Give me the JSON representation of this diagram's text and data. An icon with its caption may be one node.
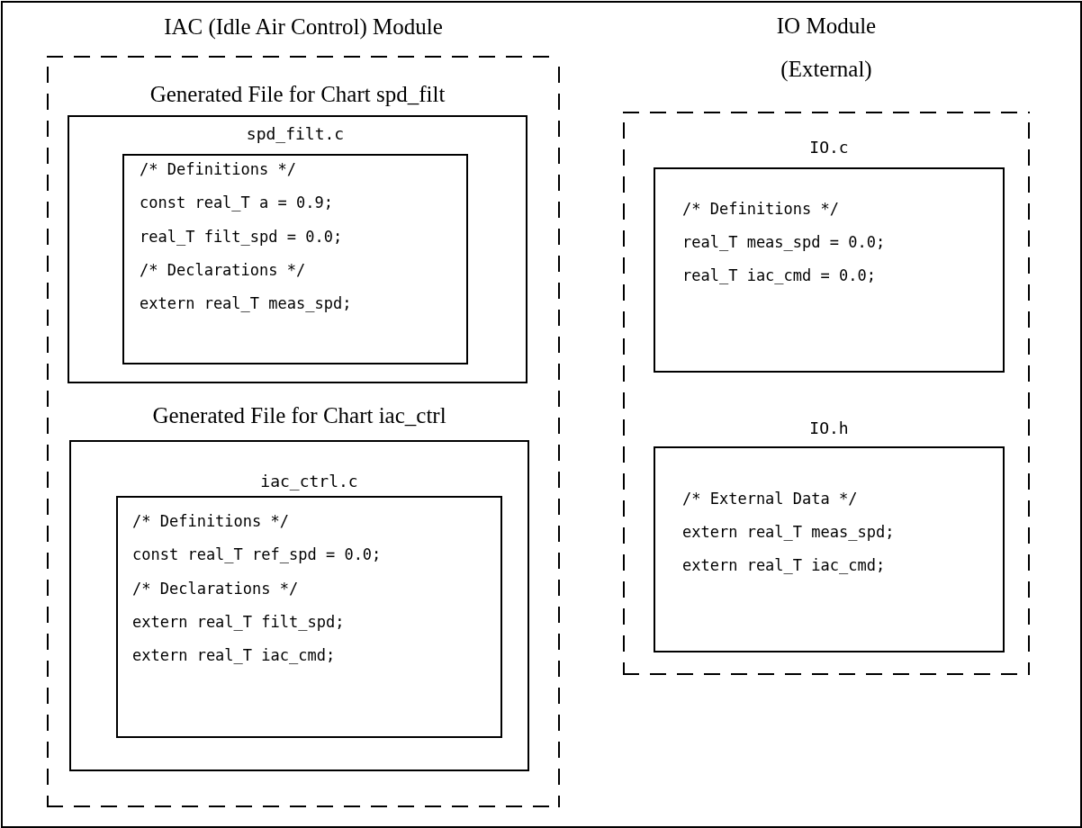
{
  "diagram": {
    "nodes": [
      {
        "text": [
          "IAC (Idle Air Control) Module"
        ]
      },
      {
        "text": [
          "Generated File for Chart spd_filt"
        ],
        "in": 0
      },
      {
        "text": [
          "spd_filt.c",
          "/* Definitions */",
          "const real_T a = 0.9;",
          "real_T filt_spd = 0.0;",
          "/* Declarations */",
          "extern real_T meas_spd;"
        ],
        "in": 1
      },
      {
        "text": [
          "Generated File for Chart iac_ctrl"
        ],
        "in": 0
      },
      {
        "text": [
          "iac_ctrl.c",
          "/* Definitions */",
          "const real_T ref_spd = 0.0;",
          "/* Declarations */",
          "extern real_T filt_spd;",
          "extern real_T iac_cmd;"
        ],
        "in": 3
      },
      {
        "text": [
          "IO Module",
          "(External)"
        ]
      },
      {
        "text": [
          "IO.c",
          "/* Definitions */",
          "real_T meas_spd = 0.0;",
          "real_T iac_cmd = 0.0;"
        ],
        "in": 5
      },
      {
        "text": [
          "IO.h",
          "/* External Data */",
          "extern real_T meas_spd;",
          "extern real_T iac_cmd;"
        ],
        "in": 5
      }
    ]
  }
}
